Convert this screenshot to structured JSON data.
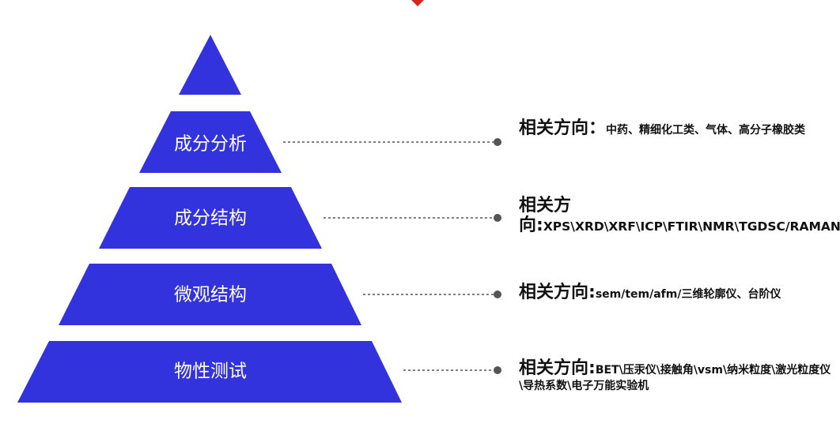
{
  "colors": {
    "tier_fill": "#3333dd",
    "connector": "#555555",
    "marker": "#dd2222"
  },
  "tiers": [
    {
      "label": ""
    },
    {
      "label": "成分分析"
    },
    {
      "label": "成分结构"
    },
    {
      "label": "微观结构"
    },
    {
      "label": "物性测试"
    }
  ],
  "annotations": [
    {
      "head": "相关方向：",
      "body": "中药、精细化工类、气体、高分子橡胶类"
    },
    {
      "head": "相关方向:",
      "body": "XPS\\XRD\\XRF\\ICP\\FTIR\\NMR\\TGDSC/RAMAN/TPD"
    },
    {
      "head": "相关方向:",
      "body": "sem/tem/afm/三维轮廓仪、台阶仪"
    },
    {
      "head": "相关方向:",
      "body": "BET\\压汞仪\\接触角\\vsm\\纳米粒度\\激光粒度仪\\导热系数\\电子万能实验机"
    }
  ]
}
